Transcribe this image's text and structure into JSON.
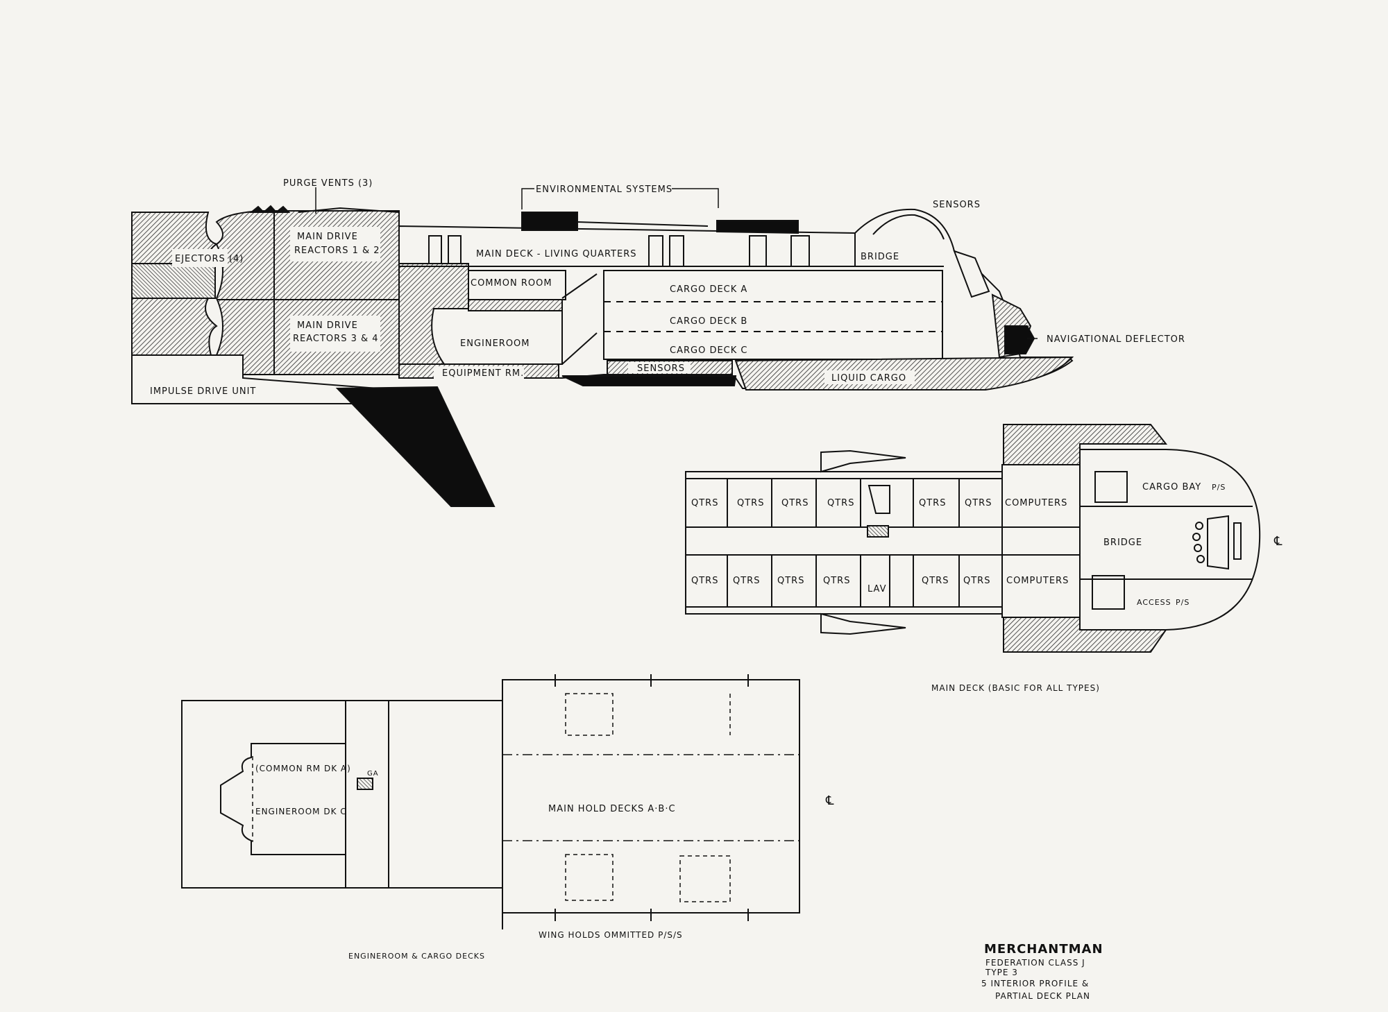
{
  "colors": {
    "paper": "#f5f4f0",
    "ink": "#111111",
    "hatch": "#2b2b2b",
    "solid": "#0d0d0d"
  },
  "profile": {
    "labels": {
      "purge_vents": "PURGE VENTS (3)",
      "environmental_systems": "ENVIRONMENTAL SYSTEMS",
      "sensors_top": "SENSORS",
      "ejectors": "EJECTORS (4)",
      "main_drive_1": "MAIN DRIVE",
      "reactors_12": "REACTORS 1 & 2",
      "main_drive_2": "MAIN DRIVE",
      "reactors_34": "REACTORS 3 & 4",
      "main_deck": "MAIN DECK - LIVING QUARTERS",
      "bridge": "BRIDGE",
      "common_room": "COMMON ROOM",
      "cargo_deck_a": "CARGO DECK A",
      "cargo_deck_b": "CARGO DECK B",
      "cargo_deck_c": "CARGO DECK C",
      "engineroom": "ENGINEROOM",
      "navigational_deflector": "NAVIGATIONAL DEFLECTOR",
      "equipment_rm": "EQUIPMENT RM.",
      "sensors_bottom": "SENSORS",
      "liquid_cargo": "LIQUID CARGO",
      "impulse_drive_unit": "IMPULSE DRIVE UNIT"
    }
  },
  "main_deck_plan": {
    "qtrs_label": "QTRS",
    "computers_label": "COMPUTERS",
    "cargo_bay": "CARGO BAY",
    "cargo_bay_suffix": "P/S",
    "bridge": "BRIDGE",
    "lav": "LAV",
    "access": "ACCESS",
    "access_suffix": "P/S",
    "centerline_mark": "℄",
    "caption": "MAIN DECK (BASIC FOR ALL TYPES)"
  },
  "cargo_plan": {
    "common_rm": "(COMMON RM DK A)",
    "engineroom_dk": "ENGINEROOM DK C",
    "ga": "GA",
    "main_hold": "MAIN HOLD DECKS A·B·C",
    "wing_holds": "WING HOLDS OMMITTED P/S/S",
    "caption": "ENGINEROOM & CARGO DECKS",
    "centerline_mark": "℄"
  },
  "title_block": {
    "title": "MERCHANTMAN",
    "line1": "FEDERATION CLASS J",
    "line2": "TYPE 3",
    "line3": "5 INTERIOR PROFILE &",
    "line4": "PARTIAL DECK PLAN"
  }
}
